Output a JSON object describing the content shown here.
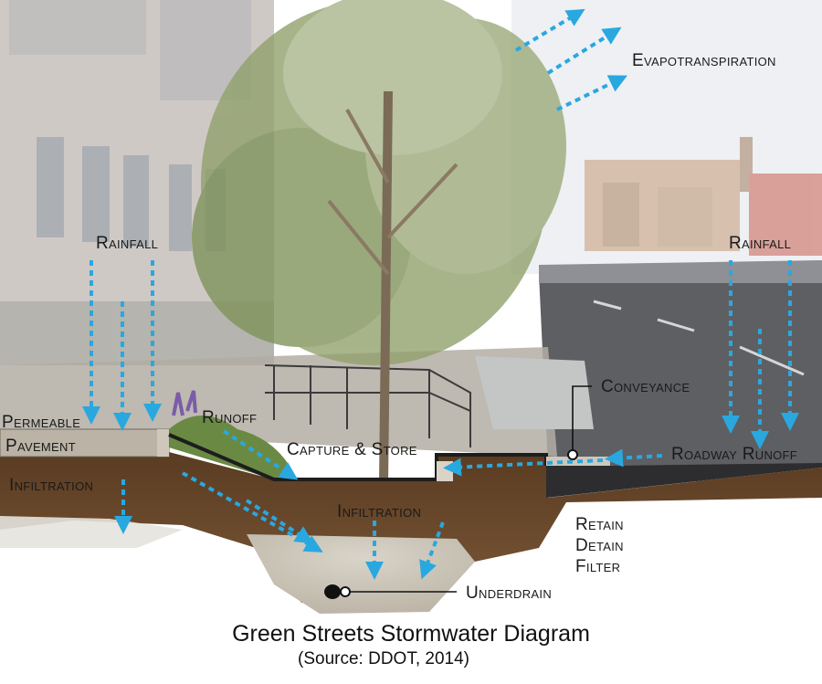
{
  "title": "Green Streets Stormwater Diagram",
  "source": "(Source: DDOT, 2014)",
  "labels": {
    "evapotranspiration": "Evapotranspiration",
    "rainfall_left": "Rainfall",
    "rainfall_right": "Rainfall",
    "permeable_1": "Permeable",
    "permeable_2": "Pavement",
    "runoff": "Runoff",
    "capture_store": "Capture & Store",
    "conveyance": "Conveyance",
    "roadway_runoff": "Roadway Runoff",
    "infiltration_left": "Infiltration",
    "infiltration_center": "Infiltration",
    "retain": "Retain",
    "detain": "Detain",
    "filter": "Filter",
    "underdrain": "Underdrain"
  },
  "colors": {
    "flow_arrow": "#29a8e0",
    "soil": "#6b4a2e",
    "gravel": "#cfc9bd",
    "road": "#5b5d61",
    "sky": "#e9ecf0",
    "foliage": "#8fa06a"
  }
}
